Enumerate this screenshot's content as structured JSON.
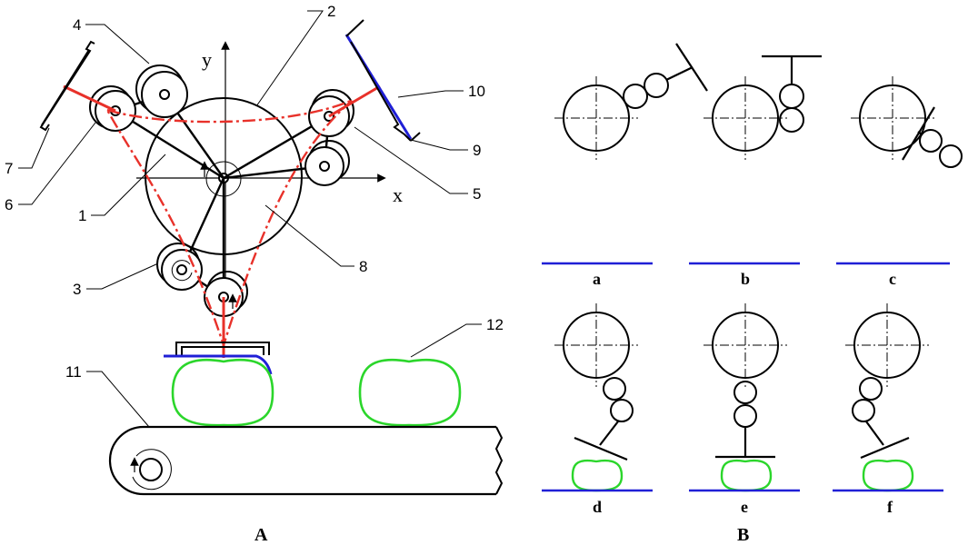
{
  "panel_A": {
    "axis_x": "x",
    "axis_y": "y",
    "callouts": [
      "1",
      "2",
      "3",
      "4",
      "5",
      "6",
      "7",
      "8",
      "9",
      "10",
      "11",
      "12"
    ],
    "caption": "A"
  },
  "panel_B": {
    "subfigures": [
      "a",
      "b",
      "c",
      "d",
      "e",
      "f"
    ],
    "caption": "B"
  },
  "colors": {
    "outline": "#000000",
    "trajectory": "#e8312a",
    "plate": "#1f1fd6",
    "fruit": "#2bd62b"
  }
}
